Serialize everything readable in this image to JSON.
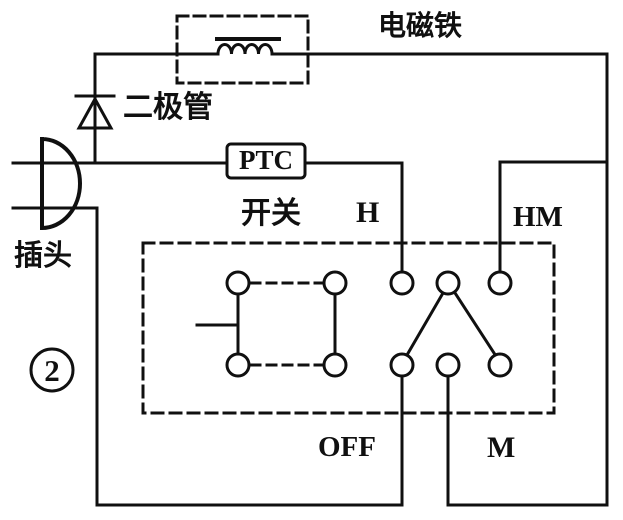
{
  "figure": {
    "number": "2"
  },
  "colors": {
    "line": "#101010",
    "background": "#ffffff"
  },
  "labels": {
    "electromagnet": "电磁铁",
    "diode": "二极管",
    "plug": "插头",
    "switch": "开关",
    "ptc": "PTC",
    "position_h": "H",
    "position_hm": "HM",
    "position_off": "OFF",
    "position_m": "M"
  }
}
